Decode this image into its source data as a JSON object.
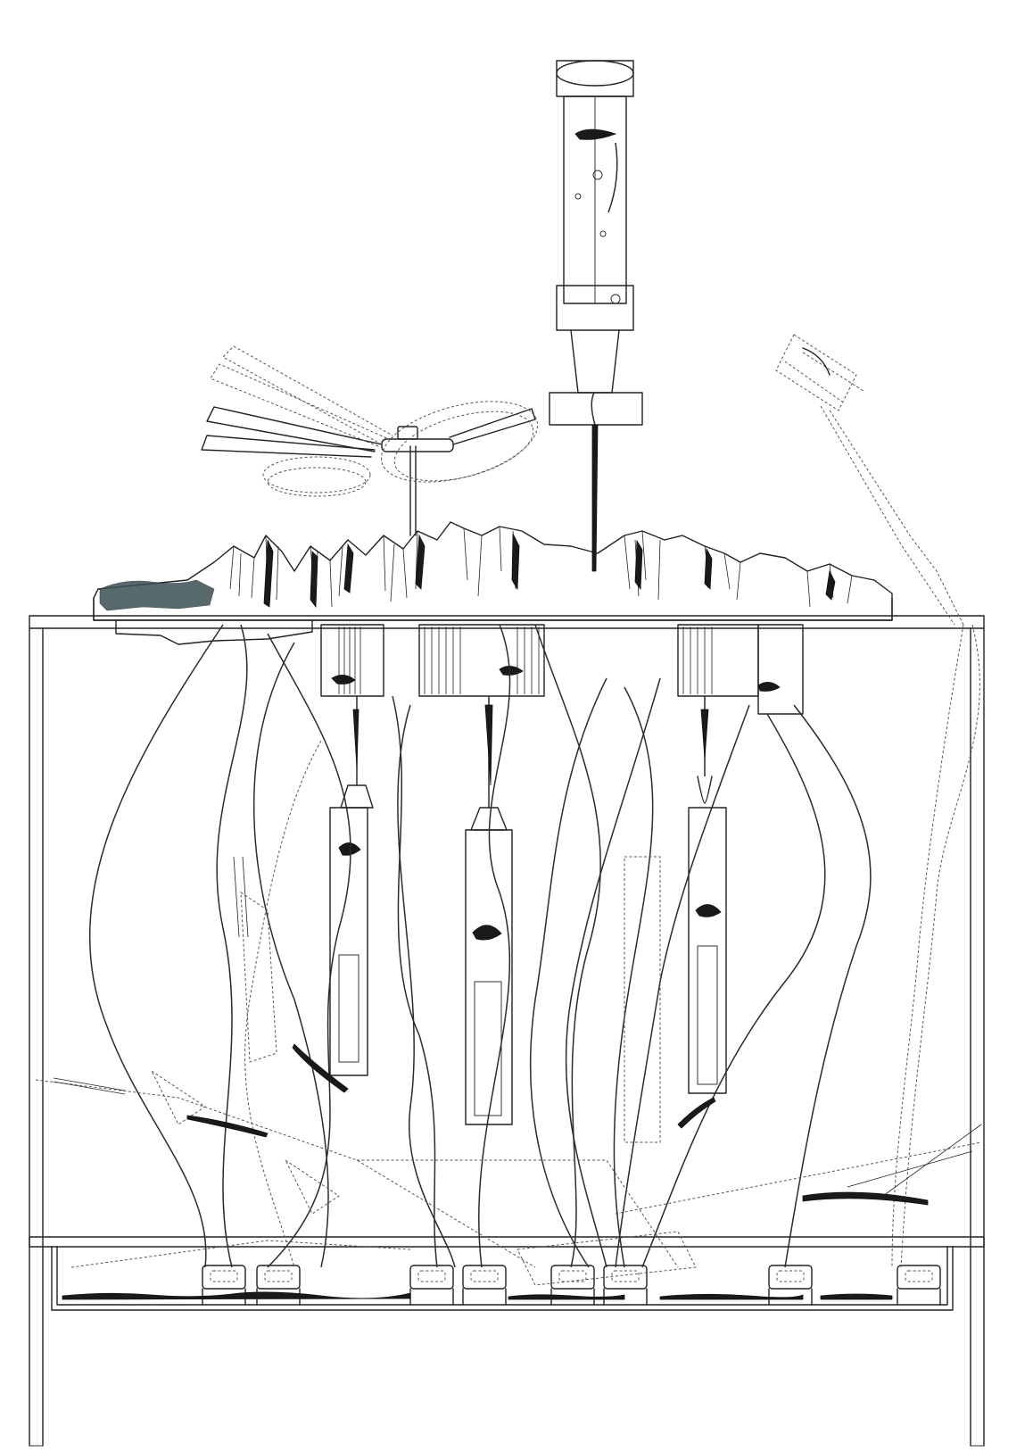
{
  "drawing": {
    "kind": "technical line drawing",
    "palette": {
      "line": "#222222",
      "background": "#ffffff",
      "ink": "#1a1a1a",
      "teal_texture": "#3b4f52"
    },
    "components": [
      {
        "name": "cabinet-frame",
        "icon": "rectangular frame"
      },
      {
        "name": "terrain-landscape",
        "icon": "rugged terrain relief"
      },
      {
        "name": "liquid-bottle",
        "icon": "inverted bottle dripping liquid"
      },
      {
        "name": "propeller-assembly",
        "icon": "rotating blades (motion ghosts)"
      },
      {
        "name": "hanging-vials",
        "icon": "three suspended test strips"
      },
      {
        "name": "tubing-bundle",
        "icon": "tangled hoses"
      },
      {
        "name": "bottom-tray",
        "icon": "base tray with pump modules"
      },
      {
        "name": "tilted-element",
        "icon": "tilted part top right"
      }
    ]
  }
}
